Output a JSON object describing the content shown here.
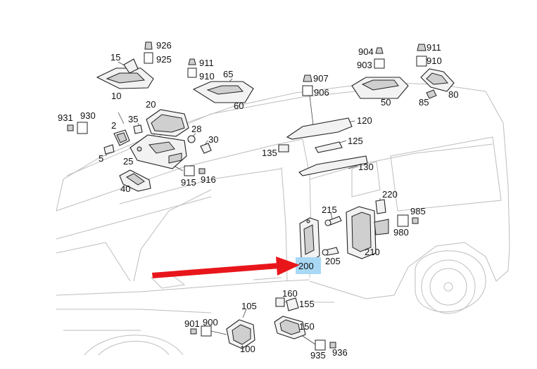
{
  "diagram": {
    "highlight_color": "#a9d8f5",
    "arrow_color": "#e8161b",
    "highlighted_callout": "200",
    "callouts": [
      {
        "id": "c926",
        "label": "926"
      },
      {
        "id": "c925",
        "label": "925"
      },
      {
        "id": "c15",
        "label": "15"
      },
      {
        "id": "c10",
        "label": "10"
      },
      {
        "id": "c911a",
        "label": "911"
      },
      {
        "id": "c910a",
        "label": "910"
      },
      {
        "id": "c65",
        "label": "65"
      },
      {
        "id": "c60",
        "label": "60"
      },
      {
        "id": "c904",
        "label": "904"
      },
      {
        "id": "c903",
        "label": "903"
      },
      {
        "id": "c50",
        "label": "50"
      },
      {
        "id": "c911b",
        "label": "911"
      },
      {
        "id": "c910b",
        "label": "910"
      },
      {
        "id": "c80",
        "label": "80"
      },
      {
        "id": "c85",
        "label": "85"
      },
      {
        "id": "c907",
        "label": "907"
      },
      {
        "id": "c906",
        "label": "906"
      },
      {
        "id": "c120",
        "label": "120"
      },
      {
        "id": "c125",
        "label": "125"
      },
      {
        "id": "c135",
        "label": "135"
      },
      {
        "id": "c130",
        "label": "130"
      },
      {
        "id": "c20",
        "label": "20"
      },
      {
        "id": "c931",
        "label": "931"
      },
      {
        "id": "c930",
        "label": "930"
      },
      {
        "id": "c35",
        "label": "35"
      },
      {
        "id": "c2",
        "label": "2"
      },
      {
        "id": "c28",
        "label": "28"
      },
      {
        "id": "c30",
        "label": "30"
      },
      {
        "id": "c5",
        "label": "5"
      },
      {
        "id": "c25",
        "label": "25"
      },
      {
        "id": "c915",
        "label": "915"
      },
      {
        "id": "c916",
        "label": "916"
      },
      {
        "id": "c40",
        "label": "40"
      },
      {
        "id": "c220",
        "label": "220"
      },
      {
        "id": "c215",
        "label": "215"
      },
      {
        "id": "c985",
        "label": "985"
      },
      {
        "id": "c980",
        "label": "980"
      },
      {
        "id": "c210",
        "label": "210"
      },
      {
        "id": "c205",
        "label": "205"
      },
      {
        "id": "c200",
        "label": "200"
      },
      {
        "id": "c160",
        "label": "160"
      },
      {
        "id": "c155",
        "label": "155"
      },
      {
        "id": "c105",
        "label": "105"
      },
      {
        "id": "c901",
        "label": "901"
      },
      {
        "id": "c900",
        "label": "900"
      },
      {
        "id": "c150",
        "label": "150"
      },
      {
        "id": "c100",
        "label": "100"
      },
      {
        "id": "c935",
        "label": "935"
      },
      {
        "id": "c936",
        "label": "936"
      }
    ]
  }
}
